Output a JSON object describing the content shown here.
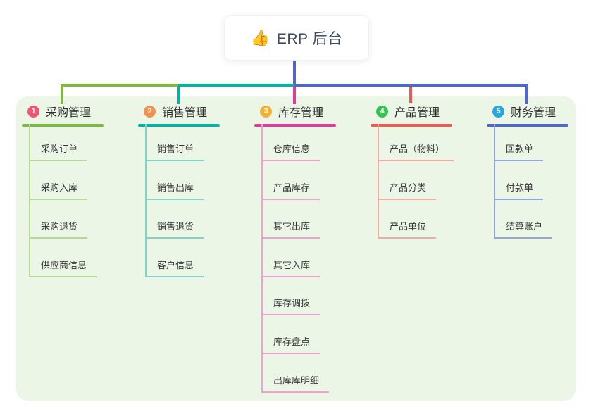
{
  "root": {
    "icon": "👍",
    "title": "ERP 后台"
  },
  "branches": [
    {
      "num": "1",
      "title": "采购管理",
      "children": [
        "采购订单",
        "采购入库",
        "采购退货",
        "供应商信息"
      ]
    },
    {
      "num": "2",
      "title": "销售管理",
      "children": [
        "销售订单",
        "销售出库",
        "销售退货",
        "客户信息"
      ]
    },
    {
      "num": "3",
      "title": "库存管理",
      "children": [
        "仓库信息",
        "产品库存",
        "其它出库",
        "其它入库",
        "库存调拨",
        "库存盘点",
        "出库库明细"
      ]
    },
    {
      "num": "4",
      "title": "产品管理",
      "children": [
        "产品（物料）",
        "产品分类",
        "产品单位"
      ]
    },
    {
      "num": "5",
      "title": "财务管理",
      "children": [
        "回款单",
        "付款单",
        "结算账户"
      ]
    }
  ],
  "colors": {
    "panel": "#ecf6e6",
    "stem": "#5566c7",
    "b1": "#7cb93e",
    "b1l": "#b5d98e",
    "b2": "#00b3a6",
    "b2l": "#7fd4c8",
    "b3": "#e13a9e",
    "b3l": "#f2a0cf",
    "b4": "#ee5a54",
    "b4l": "#f8a8a2",
    "b5": "#4d68c8",
    "b5l": "#93a7de",
    "badge1": "#f25572",
    "badge2": "#f7904d",
    "badge3": "#f6b02e",
    "badge4": "#36c352",
    "badge5": "#29a7e1"
  }
}
